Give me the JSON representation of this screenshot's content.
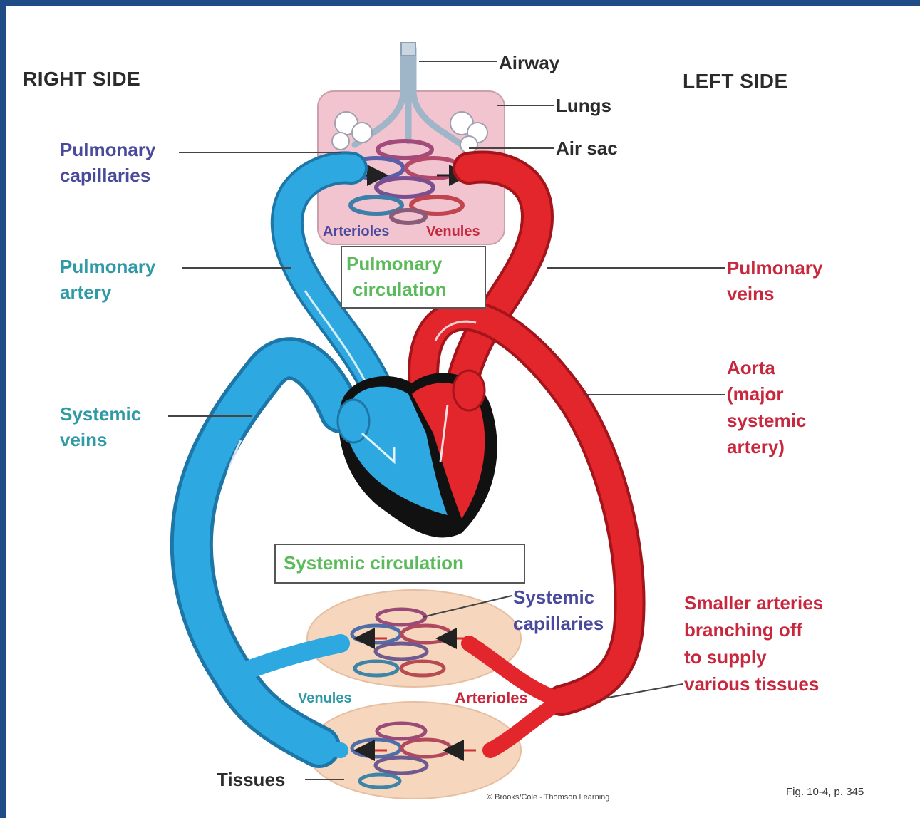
{
  "header": {
    "right_side": "RIGHT SIDE",
    "left_side": "LEFT SIDE"
  },
  "labels": {
    "airway": "Airway",
    "lungs": "Lungs",
    "air_sac": "Air sac",
    "pulmonary_capillaries": [
      "Pulmonary",
      "capillaries"
    ],
    "arterioles_top": "Arterioles",
    "venules_top": "Venules",
    "pulmonary_circulation": [
      "Pulmonary",
      "circulation"
    ],
    "pulmonary_artery": [
      "Pulmonary",
      "artery"
    ],
    "pulmonary_veins": [
      "Pulmonary",
      "veins"
    ],
    "aorta": [
      "Aorta",
      "(major",
      "systemic",
      "artery)"
    ],
    "systemic_veins": [
      "Systemic",
      "veins"
    ],
    "systemic_circulation": "Systemic circulation",
    "systemic_capillaries": [
      "Systemic",
      "capillaries"
    ],
    "smaller_arteries": [
      "Smaller arteries",
      "branching off",
      "to supply",
      "various tissues"
    ],
    "venules_bottom": "Venules",
    "arterioles_bottom": "Arterioles",
    "tissues": "Tissues",
    "credit": "© Brooks/Cole - Thomson Learning",
    "figure_ref": "Fig. 10-4, p. 345"
  },
  "colors": {
    "oxygen_poor": "#29a3dc",
    "oxygen_rich": "#e3252c",
    "heart_outline": "#111111",
    "lung_fill": "#f2c4cf",
    "tissue_fill": "#f6d6bd"
  }
}
